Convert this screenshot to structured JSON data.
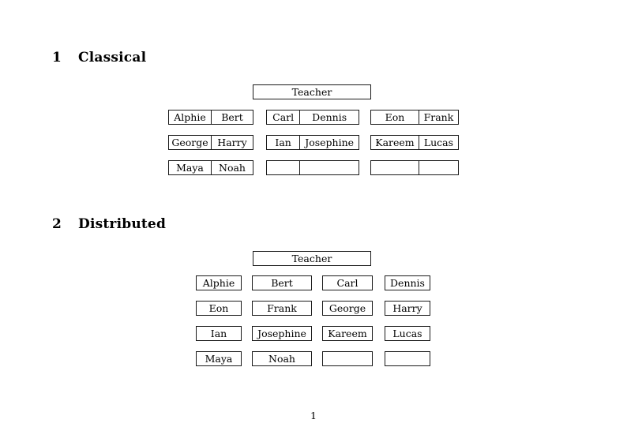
{
  "document": {
    "page_number": "1"
  },
  "sections": [
    {
      "number": "1",
      "title": "Classical",
      "root": {
        "label": "Teacher"
      },
      "groups": [
        {
          "name": "group-left",
          "rows": [
            {
              "cells": [
                {
                  "label": "Alphie"
                },
                {
                  "label": "Bert"
                }
              ]
            },
            {
              "cells": [
                {
                  "label": "George"
                },
                {
                  "label": "Harry"
                }
              ]
            },
            {
              "cells": [
                {
                  "label": "Maya"
                },
                {
                  "label": "Noah"
                }
              ]
            }
          ]
        },
        {
          "name": "group-middle",
          "rows": [
            {
              "cells": [
                {
                  "label": "Carl"
                },
                {
                  "label": "Dennis"
                }
              ]
            },
            {
              "cells": [
                {
                  "label": "Ian"
                },
                {
                  "label": "Josephine"
                }
              ]
            },
            {
              "cells": [
                {
                  "label": ""
                },
                {
                  "label": ""
                }
              ]
            }
          ]
        },
        {
          "name": "group-right",
          "rows": [
            {
              "cells": [
                {
                  "label": "Eon"
                },
                {
                  "label": "Frank"
                }
              ]
            },
            {
              "cells": [
                {
                  "label": "Kareem"
                },
                {
                  "label": "Lucas"
                }
              ]
            },
            {
              "cells": [
                {
                  "label": ""
                },
                {
                  "label": ""
                }
              ]
            }
          ]
        }
      ]
    },
    {
      "number": "2",
      "title": "Distributed",
      "root": {
        "label": "Teacher"
      },
      "rows": [
        {
          "cells": [
            {
              "label": "Alphie"
            },
            {
              "label": "Bert"
            },
            {
              "label": "Carl"
            },
            {
              "label": "Dennis"
            }
          ]
        },
        {
          "cells": [
            {
              "label": "Eon"
            },
            {
              "label": "Frank"
            },
            {
              "label": "George"
            },
            {
              "label": "Harry"
            }
          ]
        },
        {
          "cells": [
            {
              "label": "Ian"
            },
            {
              "label": "Josephine"
            },
            {
              "label": "Kareem"
            },
            {
              "label": "Lucas"
            }
          ]
        },
        {
          "cells": [
            {
              "label": "Maya"
            },
            {
              "label": "Noah"
            },
            {
              "label": ""
            },
            {
              "label": ""
            }
          ]
        }
      ]
    }
  ]
}
